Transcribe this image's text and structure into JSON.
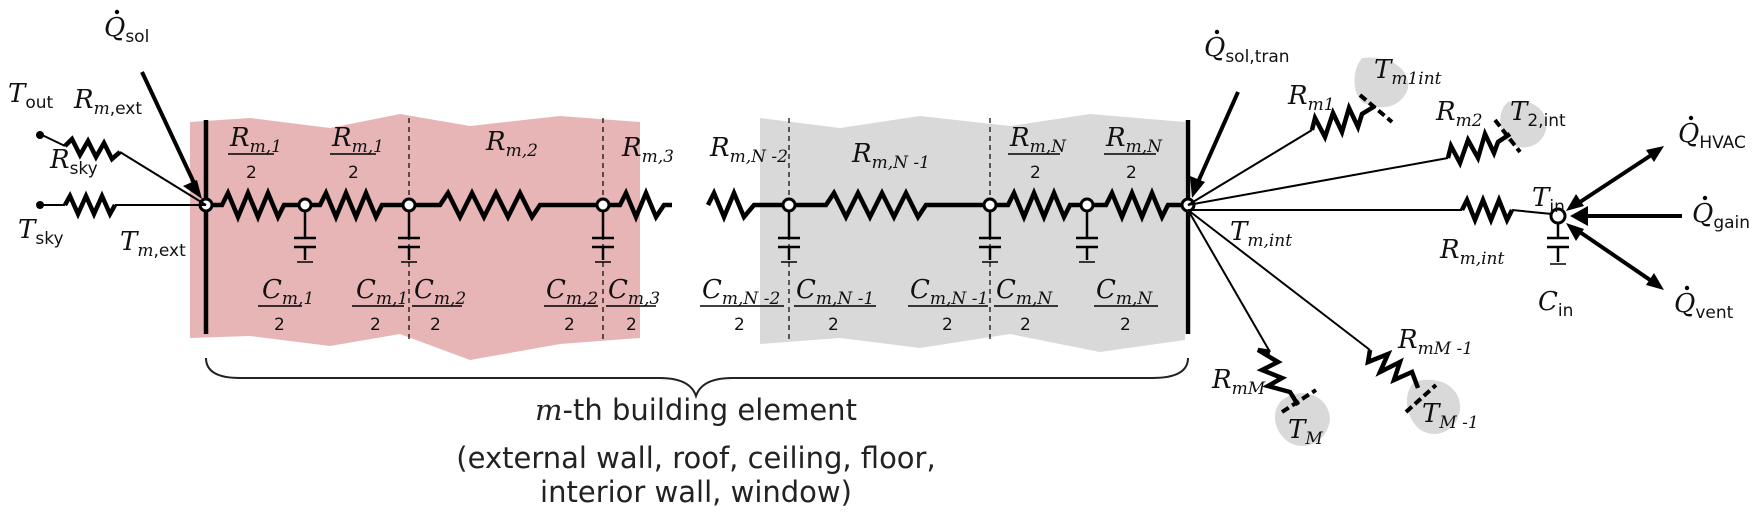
{
  "labels": {
    "q_sol": "Q",
    "q_sol_sub": "sol",
    "t_out": "T",
    "t_out_sub": "out",
    "r_m_ext": "R",
    "r_m_ext_sub": "m",
    "r_m_ext_sub2": ",ext",
    "r_sky": "R",
    "r_sky_sub": "sky",
    "t_sky": "T",
    "t_sky_sub": "sky",
    "t_m_ext": "T",
    "t_m_ext_sub": "m",
    "t_m_ext_sub2": ",ext",
    "q_sol_tran": "Q",
    "q_sol_tran_sub": "sol,tran",
    "r_m1": "R",
    "r_m1_sub": "m1",
    "t_m1int": "T",
    "t_m1int_sub": "m1int",
    "r_m2": "R",
    "r_m2_sub": "m2",
    "t_2int": "T",
    "t_2int_sub": "2,int",
    "q_hvac": "Q",
    "q_hvac_sub": "HVAC",
    "t_in": "T",
    "t_in_sub": "in",
    "q_gain": "Q",
    "q_gain_sub": "gain",
    "t_m_int": "T",
    "t_m_int_sub": "m,int",
    "r_m_int": "R",
    "r_m_int_sub": "m,int",
    "c_in": "C",
    "c_in_sub": "in",
    "q_vent": "Q",
    "q_vent_sub": "vent",
    "r_mM": "R",
    "r_mM_sub": "mM",
    "t_M": "T",
    "t_M_sub": "M",
    "r_mM1": "R",
    "r_mM1_sub": "mM -1",
    "t_M1": "T",
    "t_M1_sub": "M -1"
  },
  "resistors": [
    {
      "name": "R",
      "sub": "m,1",
      "den": "2"
    },
    {
      "name": "R",
      "sub": "m,1",
      "den": "2"
    },
    {
      "name": "R",
      "sub": "m,2",
      "den": ""
    },
    {
      "name": "R",
      "sub": "m,3",
      "den": ""
    },
    {
      "name": "R",
      "sub": "m,N -2",
      "den": ""
    },
    {
      "name": "R",
      "sub": "m,N -1",
      "den": ""
    },
    {
      "name": "R",
      "sub": "m,N",
      "den": "2"
    },
    {
      "name": "R",
      "sub": "m,N",
      "den": "2"
    }
  ],
  "capacitors": [
    {
      "name": "C",
      "sub": "m,1",
      "den": "2"
    },
    {
      "name": "C",
      "sub": "m,1",
      "den": "2"
    },
    {
      "name": "C",
      "sub": "m,2",
      "den": "2"
    },
    {
      "name": "C",
      "sub": "m,2",
      "den": "2"
    },
    {
      "name": "C",
      "sub": "m,3",
      "den": "2"
    },
    {
      "name": "C",
      "sub": "m,N -2",
      "den": "2"
    },
    {
      "name": "C",
      "sub": "m,N -1",
      "den": "2"
    },
    {
      "name": "C",
      "sub": "m,N -1",
      "den": "2"
    },
    {
      "name": "C",
      "sub": "m,N",
      "den": "2"
    },
    {
      "name": "C",
      "sub": "m,N",
      "den": "2"
    }
  ],
  "caption": {
    "line1_m": "m",
    "line1_rest": "-th building element",
    "line2": "(external wall, roof, ceiling, floor,",
    "line3": "interior wall, window)"
  },
  "colors": {
    "pink_region": "#e7b5b6",
    "gray_region": "#d9d9d9",
    "stroke": "#000000"
  }
}
